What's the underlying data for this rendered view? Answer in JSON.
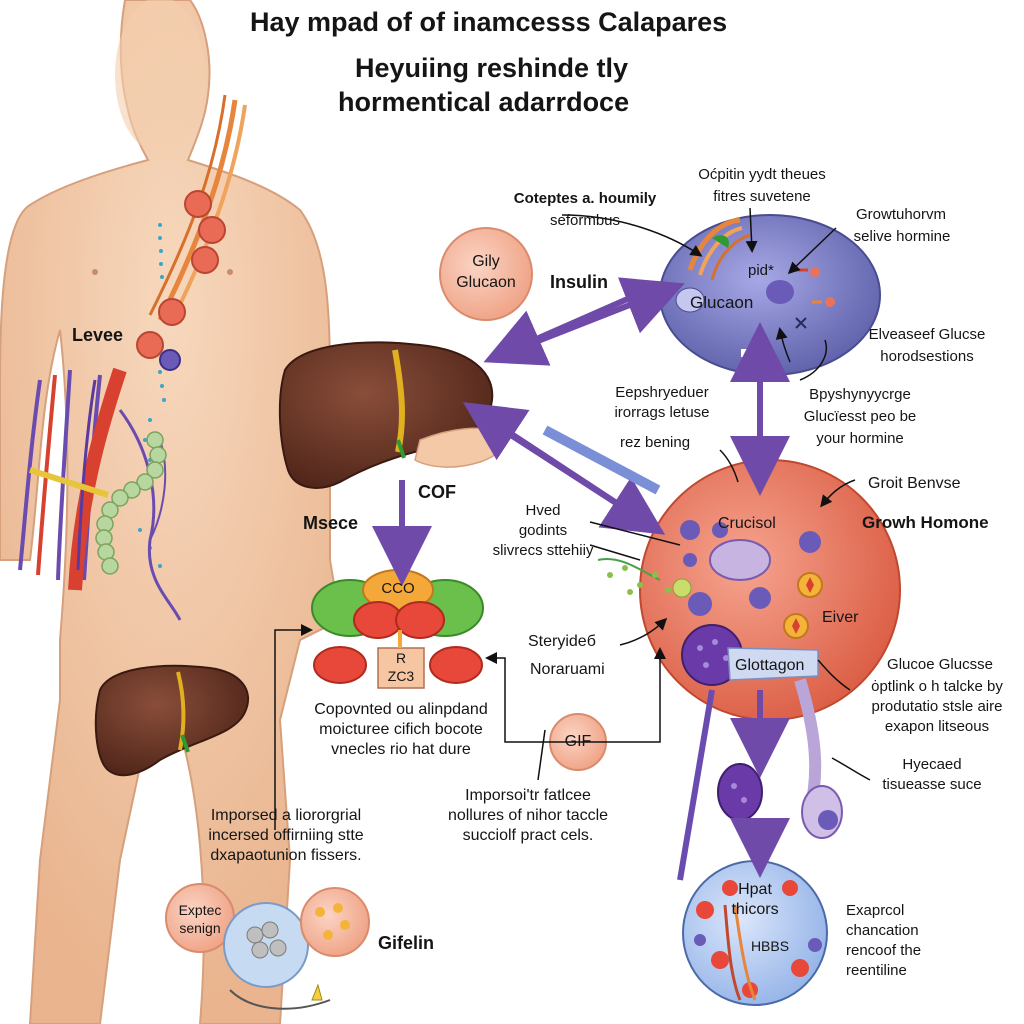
{
  "header": {
    "title": "Hay mpad of of inamcesss Calapares",
    "subtitle_line1": "Heyuiing reshinde tly",
    "subtitle_line2": "hormentical adarrdoce"
  },
  "labels": {
    "levee": "Levee",
    "msece": "Msece",
    "cof": "COF",
    "insulin": "Insulin",
    "gily_line1": "Gily",
    "gily_line2": "Glucaon",
    "coteptes_line1": "Coteptes a. houmily",
    "coteptes_line2": "seformbus",
    "ocpitin_line1": "Oćpitin yydt theues",
    "ocpitin_line2": "fitres suvetene",
    "growth_top_line1": "Growtuhorvm",
    "growth_top_line2": "selive hormine",
    "pancreas_glucaon": "Glucaon",
    "pancreas_pid": "pid*",
    "elvease_line1": "Elveaseef Glucse",
    "elvease_line2": "horodsestions",
    "bpshy_line1": "Bpyshynyycrge",
    "bpshy_line2": "Glucïesst peo be",
    "bpshy_line3": "your hormine",
    "eepshry_line1": "Eepshryeduer",
    "eepshry_line2": "irorrags letuse",
    "rez": "rez bening",
    "hved_line1": "Hved",
    "hved_line2": "godints",
    "hved_line3": "slivrecs sttehiiy",
    "crucisol": "Crucisol",
    "groit_benvse": "Groit Benvse",
    "growth_homone": "Growh Homone",
    "eiver": "Eiver",
    "glottagon": "Glottagon",
    "cco": "CCO",
    "r_line1": "R",
    "r_line2": "ZC3",
    "steryide": "Steryideб",
    "noraruami": "Noraruami",
    "copovnted_line1": "Copovnted ou alinpdand",
    "copovnted_line2": "moicturee cifich bocote",
    "copovnted_line3": "vnecles rio hat dure",
    "gif": "GIF",
    "imporsed_line1": "Imporsed a liororgrial",
    "imporsed_line2": "incersed offirniing stte",
    "imporsed_line3": "dxapaotunion fissers.",
    "imporsoi_line1": "Imporsoi'tr fatlcee",
    "imporsoi_line2": "nollures of nihor taccle",
    "imporsoi_line3": "succiolf pract cels.",
    "glucoe_line1": "Glucoe Glucsse",
    "glucoe_line2": "ȯptlink o h talcke by",
    "glucoe_line3": "produtatio stsle aire",
    "glucoe_line4": "exapon litseous",
    "hyecad_line1": "Hyecaed",
    "hyecad_line2": "tisueasse suce",
    "hpat_line1": "Hpat",
    "hpat_line2": "thicors",
    "hbbs": "HBBS",
    "exaprol_line1": "Exaprcol",
    "exaprol_line2": "chancation",
    "exaprol_line3": "rencoof the",
    "exaprol_line4": "reentiline",
    "expatec_line1": "Exptec",
    "expatec_line2": "senign",
    "gifelin": "Gifelin"
  },
  "colors": {
    "skin": "#f2c9a6",
    "liver": "#6e3a2a",
    "pancreas": "#7d7fc2",
    "cell": "#e8735a",
    "arrow": "#6f4aa8",
    "vessel_red": "#d84030",
    "vessel_purple": "#6a4cb0"
  }
}
